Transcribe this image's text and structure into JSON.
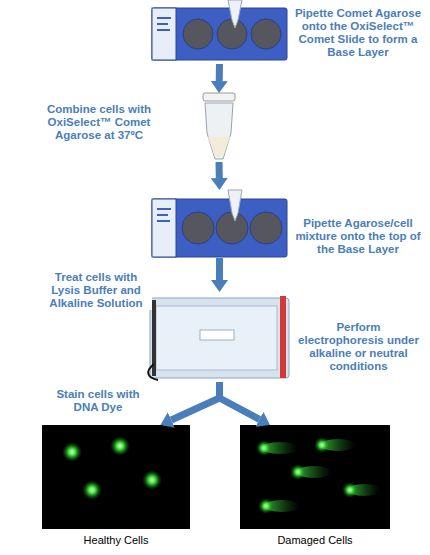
{
  "diagram": {
    "nodes": [
      {
        "text": [
          "Pipette Comet Agarose onto the OxiSelect™ Comet Slide to form a Base Layer"
        ]
      },
      {
        "text": [
          "Combine cells with OxiSelect™ Comet Agarose at 37ºC"
        ]
      },
      {
        "text": [
          "Pipette Agarose/cell mixture onto the top of the Base Layer"
        ]
      },
      {
        "text": [
          "Perform electrophoresis under alkaline or neutral conditions"
        ]
      },
      {
        "text": [
          "Healthy Cells"
        ]
      },
      {
        "text": [
          "Damaged Cells"
        ]
      }
    ],
    "edges": [
      {
        "from": 0,
        "to": 1,
        "arrow": "to"
      },
      {
        "from": 1,
        "to": 2,
        "arrow": "to"
      },
      {
        "from": 2,
        "to": 3,
        "label": "Treat cells with Lysis Buffer and Alkaline Solution",
        "arrow": "to"
      },
      {
        "from": 3,
        "to": 4,
        "label": "Stain cells with DNA Dye",
        "arrow": "to"
      },
      {
        "from": 3,
        "to": 5,
        "arrow": "to"
      }
    ]
  }
}
